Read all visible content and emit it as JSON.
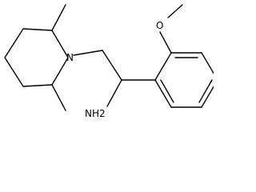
{
  "molecule": {
    "atoms": {
      "nitrogen": "N",
      "oxygen": "O",
      "amine": "NH2"
    },
    "colors": {
      "bond": "#000000",
      "label": "#000000",
      "background": "#ffffff"
    }
  }
}
